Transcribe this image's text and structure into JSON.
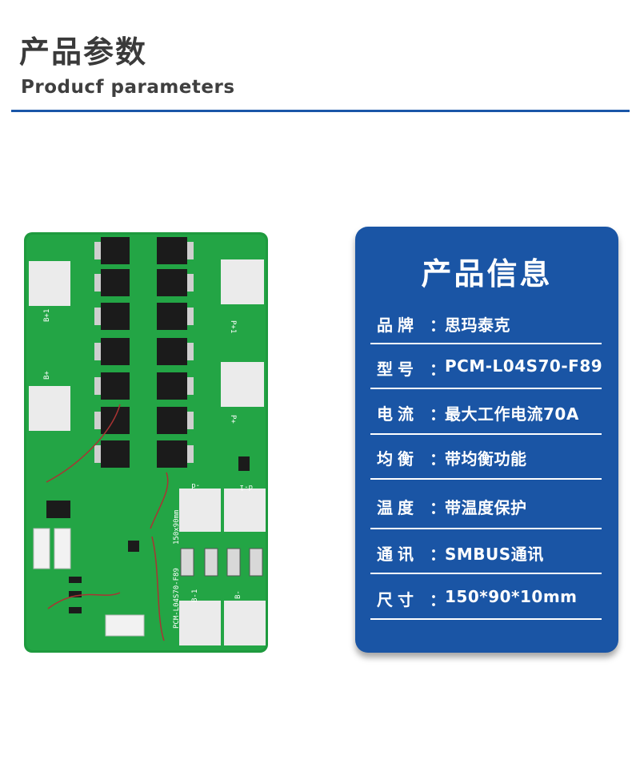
{
  "header": {
    "title_cn": "产品参数",
    "title_en": "Producf  parameters"
  },
  "card": {
    "title": "产品信息",
    "rows": [
      {
        "label": "品牌",
        "sep": "：",
        "value": "思玛泰克"
      },
      {
        "label": "型号",
        "sep": "：",
        "value": "PCM-L04S70-F89"
      },
      {
        "label": "电流",
        "sep": "：",
        "value": "最大工作电流70A"
      },
      {
        "label": "均衡",
        "sep": "：",
        "value": "带均衡功能"
      },
      {
        "label": "温度",
        "sep": "：",
        "value": "带温度保护"
      },
      {
        "label": "通讯",
        "sep": "：",
        "value": "SMBUS通讯"
      },
      {
        "label": "尺寸",
        "sep": "：",
        "value": "150*90*10mm"
      }
    ]
  },
  "pcb": {
    "silkscreen": {
      "b_plus_1": "B+1",
      "b_plus": "B+",
      "p_plus_1": "P+1",
      "p_plus": "P+",
      "minus_d": "-d",
      "d_minus_1": "d-1",
      "size": "150x90mm",
      "model": "PCM-L04S70-F89",
      "b_minus_1": "B-1",
      "b_minus": "B-"
    }
  }
}
